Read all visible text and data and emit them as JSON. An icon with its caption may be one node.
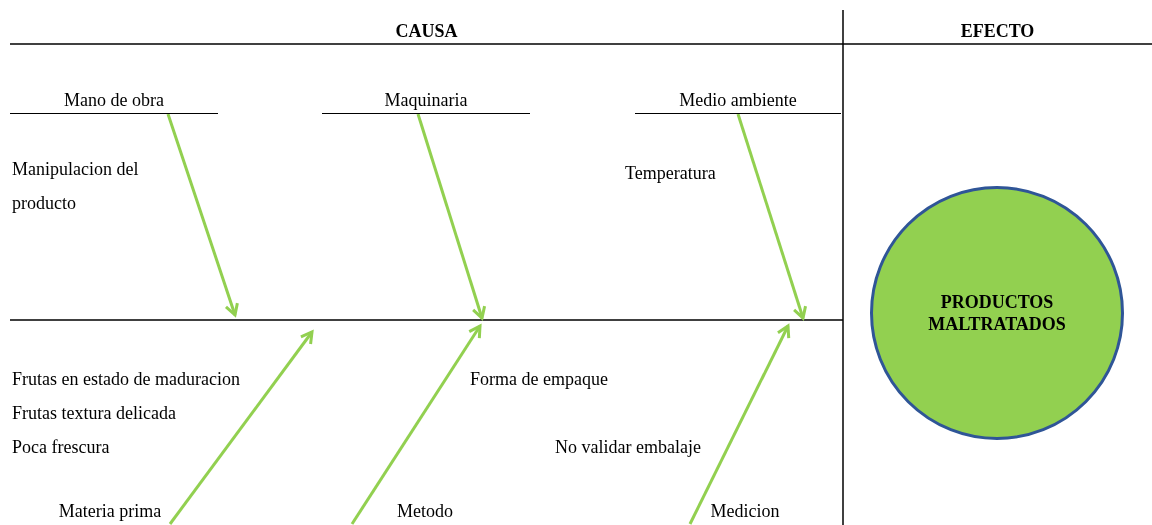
{
  "diagram": {
    "nodes": [
      {
        "text": [
          "Mano de obra"
        ]
      },
      {
        "text": [
          "Maquinaria"
        ]
      },
      {
        "text": [
          "Medio ambiente"
        ]
      },
      {
        "text": [
          "Materia prima"
        ]
      },
      {
        "text": [
          "Metodo"
        ]
      },
      {
        "text": [
          "Medicion"
        ]
      },
      {
        "text": [
          "PRODUCTOS MALTRATADOS"
        ]
      }
    ],
    "edges": [
      {
        "from": 0,
        "to": null,
        "arrow": "to"
      },
      {
        "from": 1,
        "to": null,
        "arrow": "to"
      },
      {
        "from": 2,
        "to": null,
        "arrow": "to"
      },
      {
        "from": 3,
        "to": null,
        "arrow": "to"
      },
      {
        "from": 4,
        "to": null,
        "arrow": "to"
      },
      {
        "from": 5,
        "to": null,
        "arrow": "to"
      }
    ],
    "labels": [
      "CAUSA",
      "EFECTO",
      "Manipulacion del producto",
      "Temperatura",
      "Frutas en estado de maduracion",
      "Frutas textura delicada",
      "Poca frescura",
      "Forma de empaque",
      "No validar embalaje"
    ]
  }
}
